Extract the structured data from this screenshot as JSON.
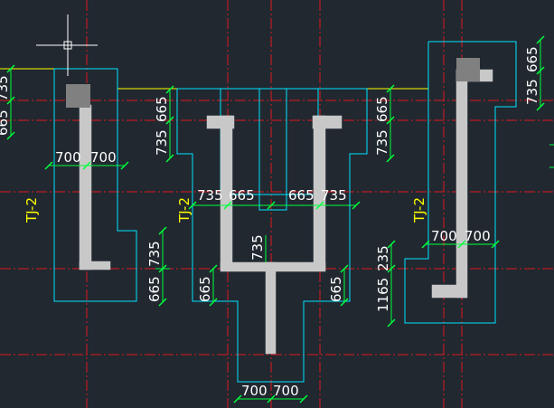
{
  "labels": {
    "tag": "TJ-2",
    "d_700": "700",
    "d_665": "665",
    "d_735": "735",
    "d_1165": "1165",
    "d_235": "235",
    "d_665_partial": "665",
    "d_735_partial": "735"
  },
  "colors": {
    "background": "#212830",
    "outline": "#00e5ff",
    "axis": "#e0191e",
    "wall": "#c8c8c8",
    "column": "#808080",
    "dimension": "#00ff3c",
    "tag": "#ffff00",
    "text": "#ffffff",
    "cursor": "#ffffff"
  }
}
